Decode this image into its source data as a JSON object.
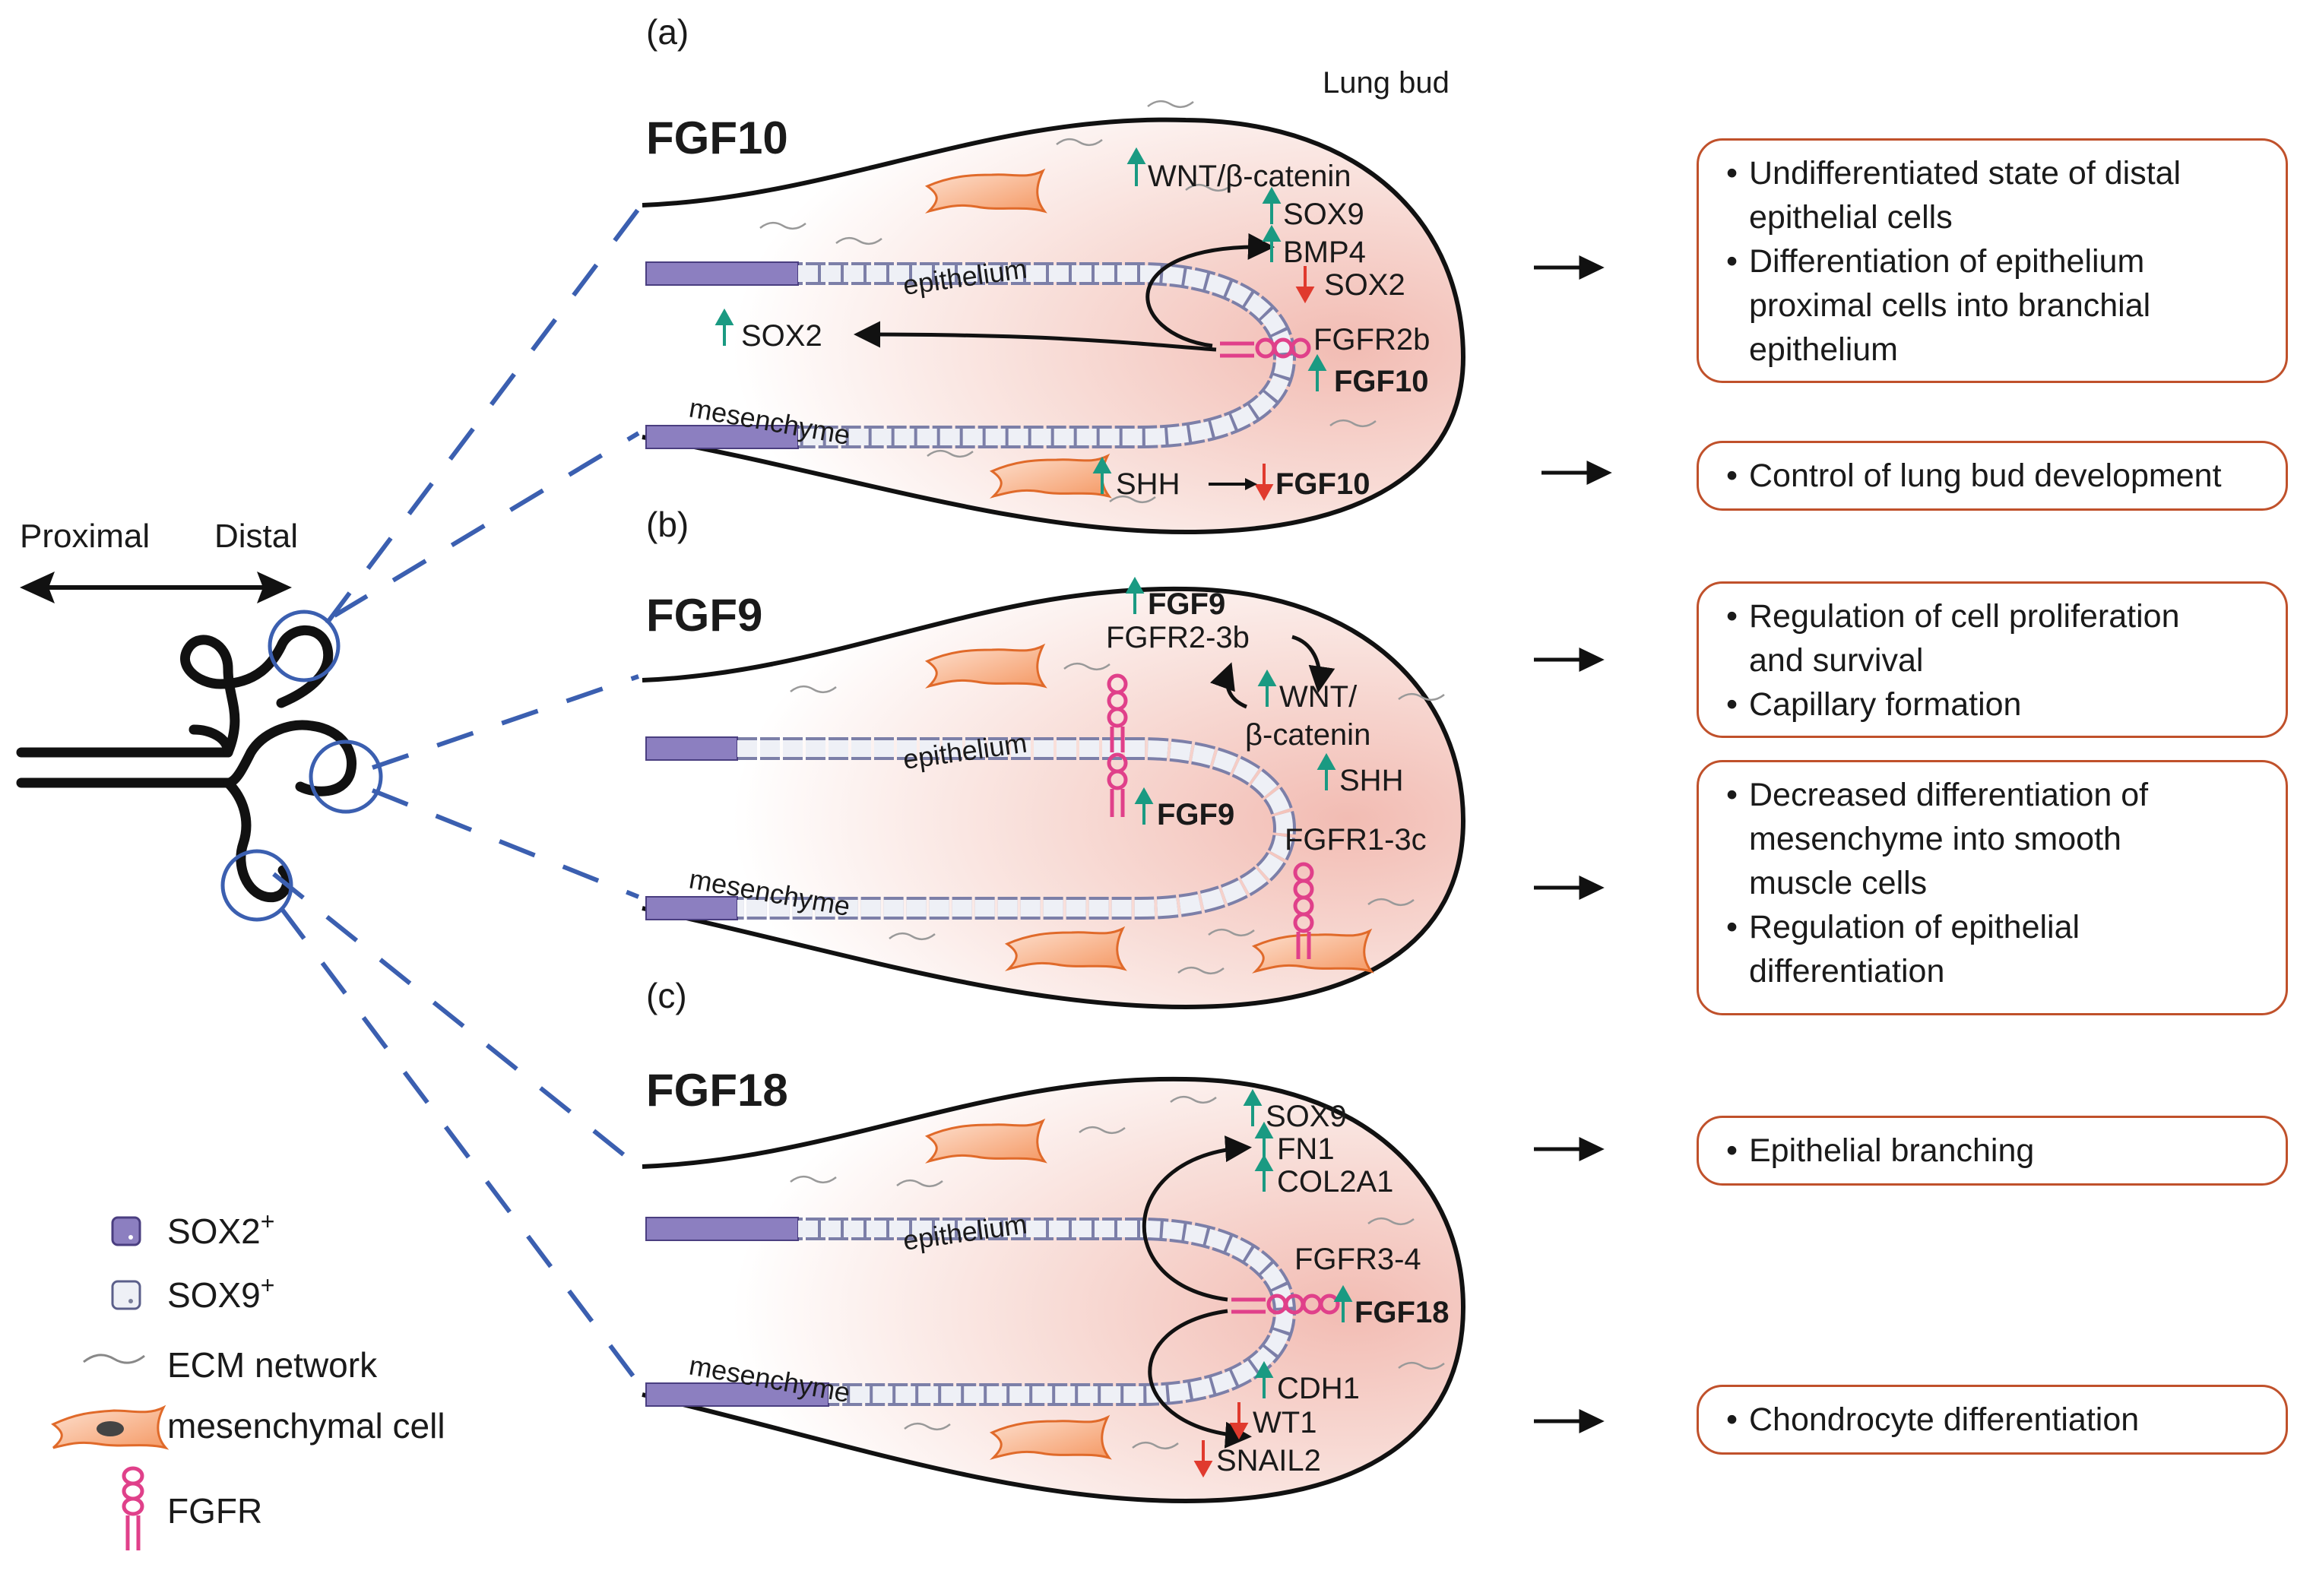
{
  "panels": [
    {
      "letter": "(a)",
      "fgf": "FGF10",
      "bud_label": "Lung bud",
      "epithelium": "epithelium",
      "mesenchyme": "mesenchyme",
      "labels": {
        "wnt": "WNT/β-catenin",
        "sox9": "SOX9",
        "bmp4": "BMP4",
        "sox2_down": "SOX2",
        "sox2_up": "SOX2",
        "fgfr": "FGFR2b",
        "fgf10_up": "FGF10",
        "shh": "SHH",
        "fgf10_down": "FGF10"
      },
      "outcomes": [
        {
          "lines": [
            "Undifferentiated state of distal",
            "epithelial cells"
          ]
        },
        {
          "lines": [
            "Differentiation of epithelium",
            "proximal cells into branchial",
            "epithelium"
          ]
        }
      ],
      "outcome_single": "Control of lung bud development"
    },
    {
      "letter": "(b)",
      "fgf": "FGF9",
      "epithelium": "epithelium",
      "mesenchyme": "mesenchyme",
      "labels": {
        "fgf9_top": "FGF9",
        "fgfr23b": "FGFR2-3b",
        "wnt1": "WNT/",
        "wnt2": "β-catenin",
        "shh": "SHH",
        "fgf9_mid": "FGF9",
        "fgfr13c": "FGFR1-3c"
      },
      "outcomes_top": [
        {
          "lines": [
            "Regulation of cell proliferation",
            "and survival"
          ]
        },
        {
          "lines": [
            "Capillary formation"
          ]
        }
      ],
      "outcomes_bottom": [
        {
          "lines": [
            "Decreased differentiation of",
            "mesenchyme into smooth",
            "muscle cells"
          ]
        },
        {
          "lines": [
            "Regulation of epithelial",
            "differentiation"
          ]
        }
      ]
    },
    {
      "letter": "(c)",
      "fgf": "FGF18",
      "epithelium": "epithelium",
      "mesenchyme": "mesenchyme",
      "labels": {
        "sox9": "SOX9",
        "fn1": "FN1",
        "col2a1": "COL2A1",
        "fgfr34": "FGFR3-4",
        "fgf18": "FGF18",
        "cdh1": "CDH1",
        "wt1": "WT1",
        "snail2": "SNAIL2"
      },
      "outcome_top": "Epithelial branching",
      "outcome_bottom": "Chondrocyte differentiation"
    }
  ],
  "directions": {
    "proximal": "Proximal",
    "distal": "Distal"
  },
  "legend": [
    {
      "key": "sox2",
      "label": "SOX2",
      "sup": "+"
    },
    {
      "key": "sox9",
      "label": "SOX9",
      "sup": "+"
    },
    {
      "key": "ecm",
      "label": "ECM network"
    },
    {
      "key": "mes",
      "label": "mesenchymal cell"
    },
    {
      "key": "fgfr",
      "label": "FGFR"
    }
  ],
  "colors": {
    "up_arrow": "#1a9a82",
    "down_arrow": "#e03a2e",
    "fgfr": "#e0408a",
    "box_border": "#c0512b",
    "sox2_cell": "#8c7fc0",
    "sox9_cell": "#eef0f6",
    "mes_cell": "#f08a55",
    "dashed": "#3b5fb0",
    "bud_fill": "#f4c8c0"
  }
}
